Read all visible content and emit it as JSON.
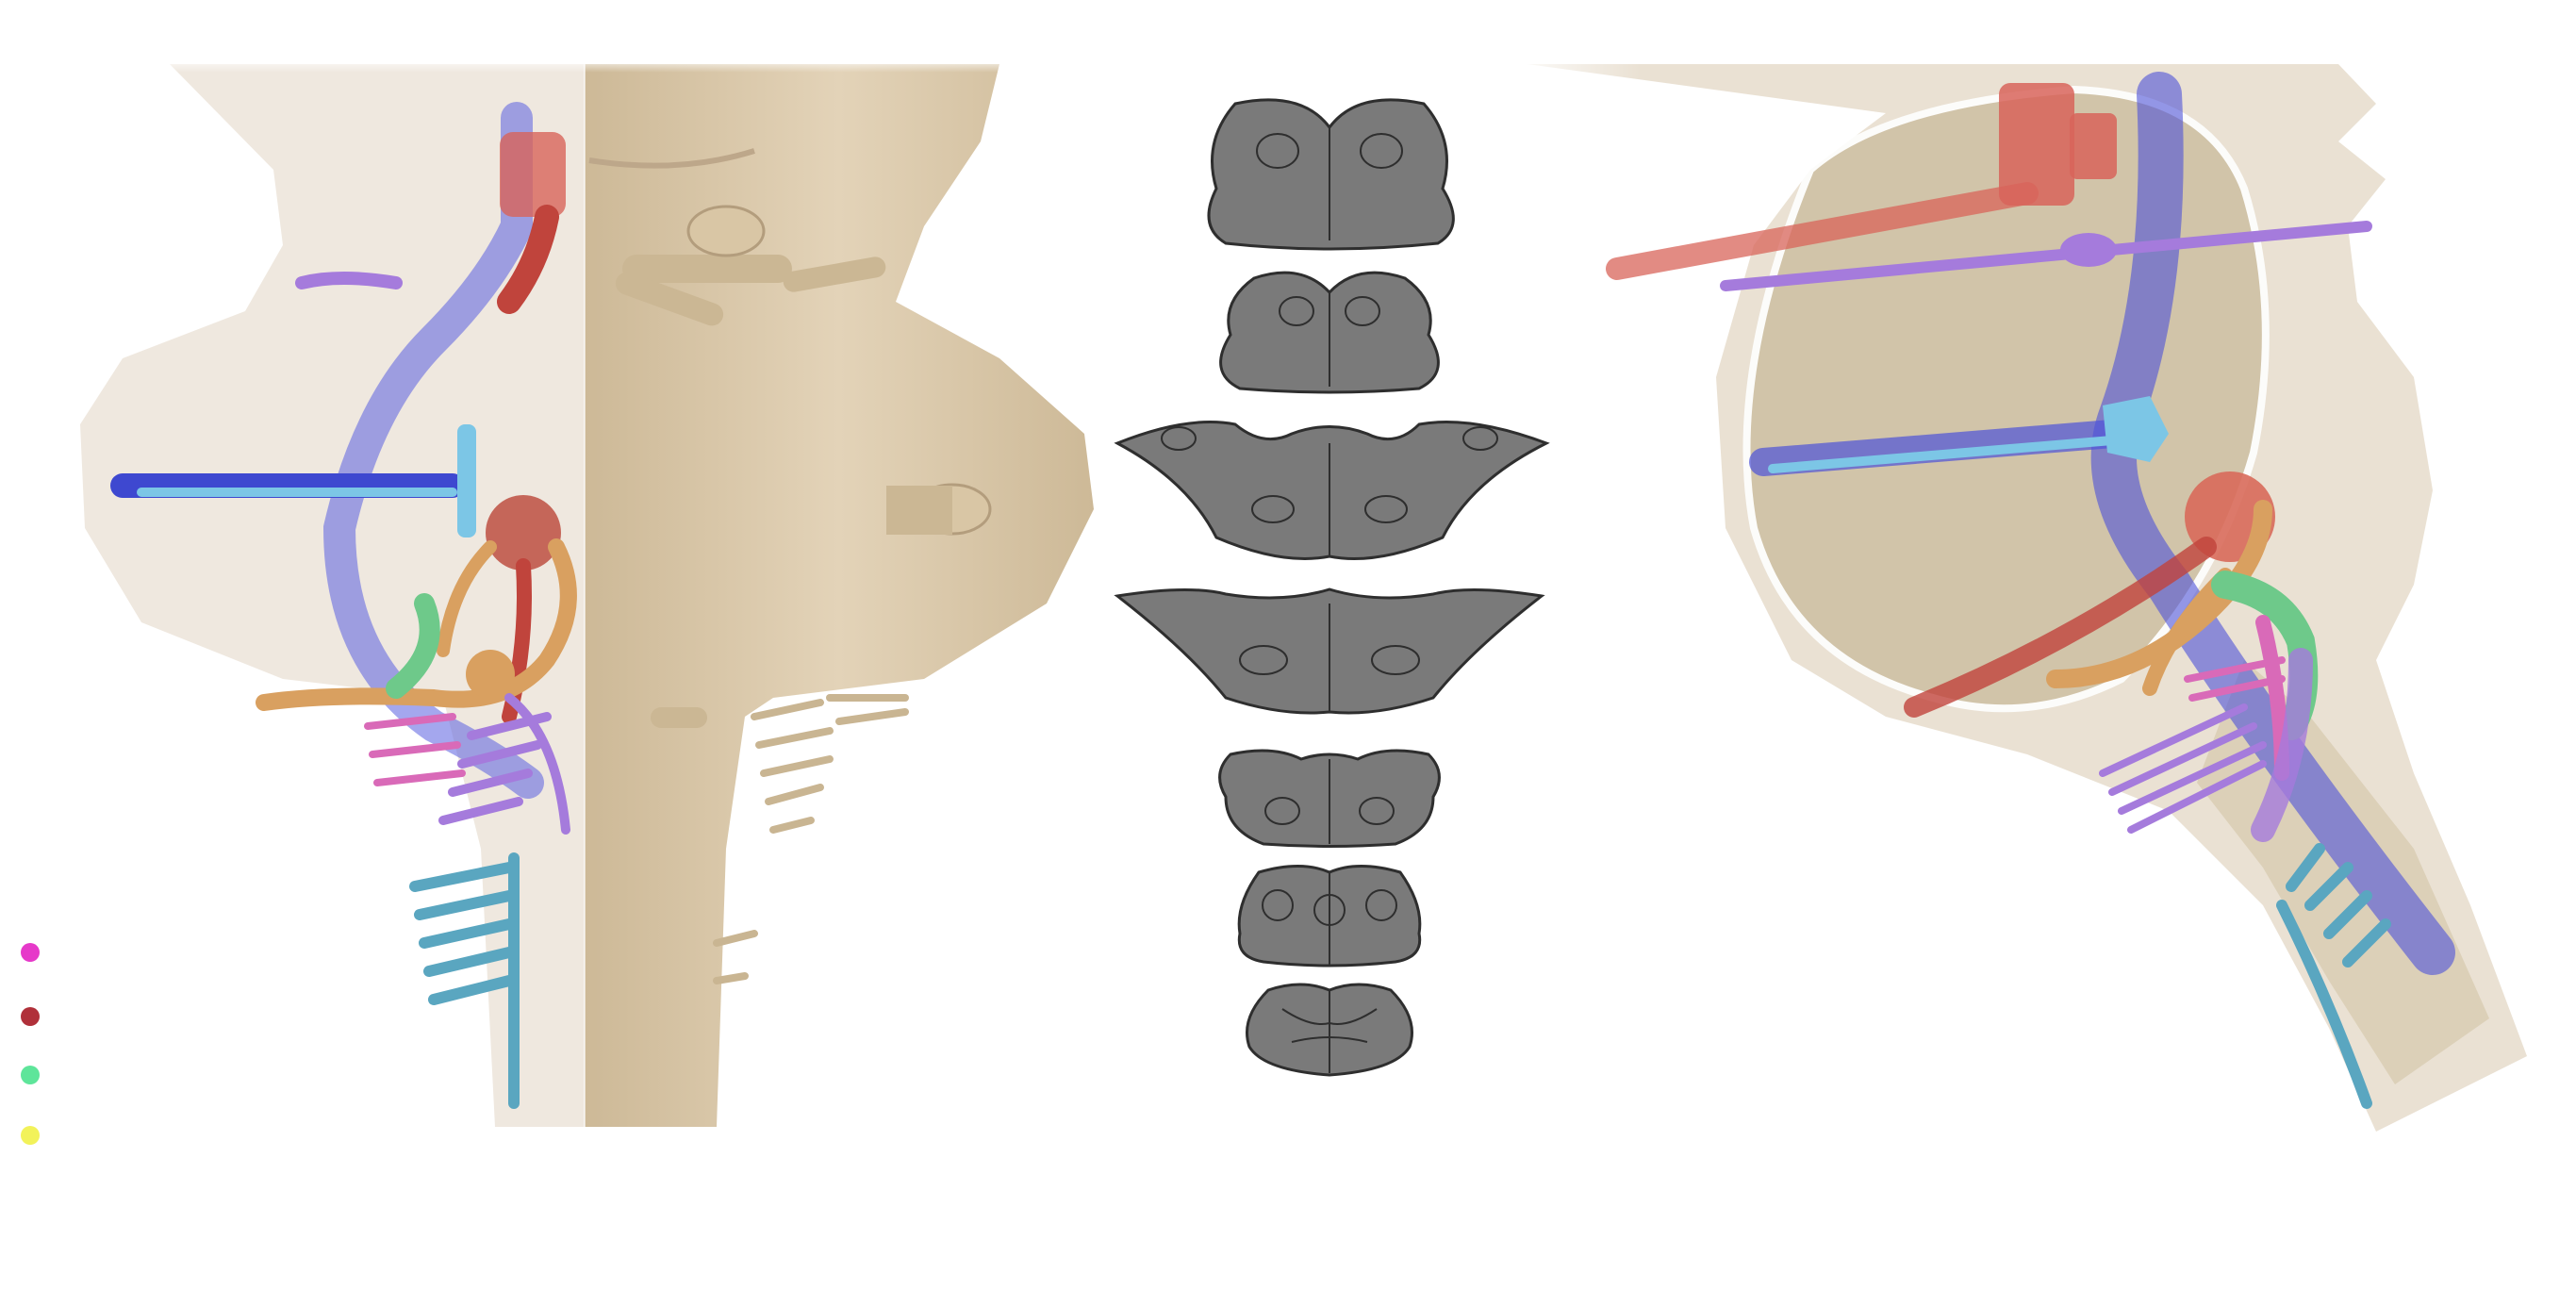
{
  "figure": {
    "panels": [
      {
        "name": "brainstem-anterior-view"
      },
      {
        "name": "brainstem-cross-sections"
      },
      {
        "name": "brainstem-sagittal-view"
      }
    ]
  },
  "legend": {
    "markers": [
      {
        "name": "magenta-marker",
        "color": "#e639c9"
      },
      {
        "name": "dark-red-marker",
        "color": "#b0303a"
      },
      {
        "name": "mint-marker",
        "color": "#5ee59a"
      },
      {
        "name": "yellow-marker",
        "color": "#f2f25a"
      }
    ]
  },
  "colors": {
    "tissue": "#d8c7ad",
    "tissue_shadow": "#bfae94",
    "tissue_transparent": "#e8dccb",
    "section_fill": "#7a7a7a",
    "section_stroke": "#2e2e2e",
    "red_tract": "#d8645a",
    "blue_tract": "#5a5fe0",
    "cyan_tract": "#7cc6e6",
    "purple_tract": "#a57bdc",
    "orange_tract": "#d9a060",
    "green_tract": "#6ec98a",
    "pink_tract": "#d96ab8",
    "teal_tract": "#5aa6c0"
  }
}
